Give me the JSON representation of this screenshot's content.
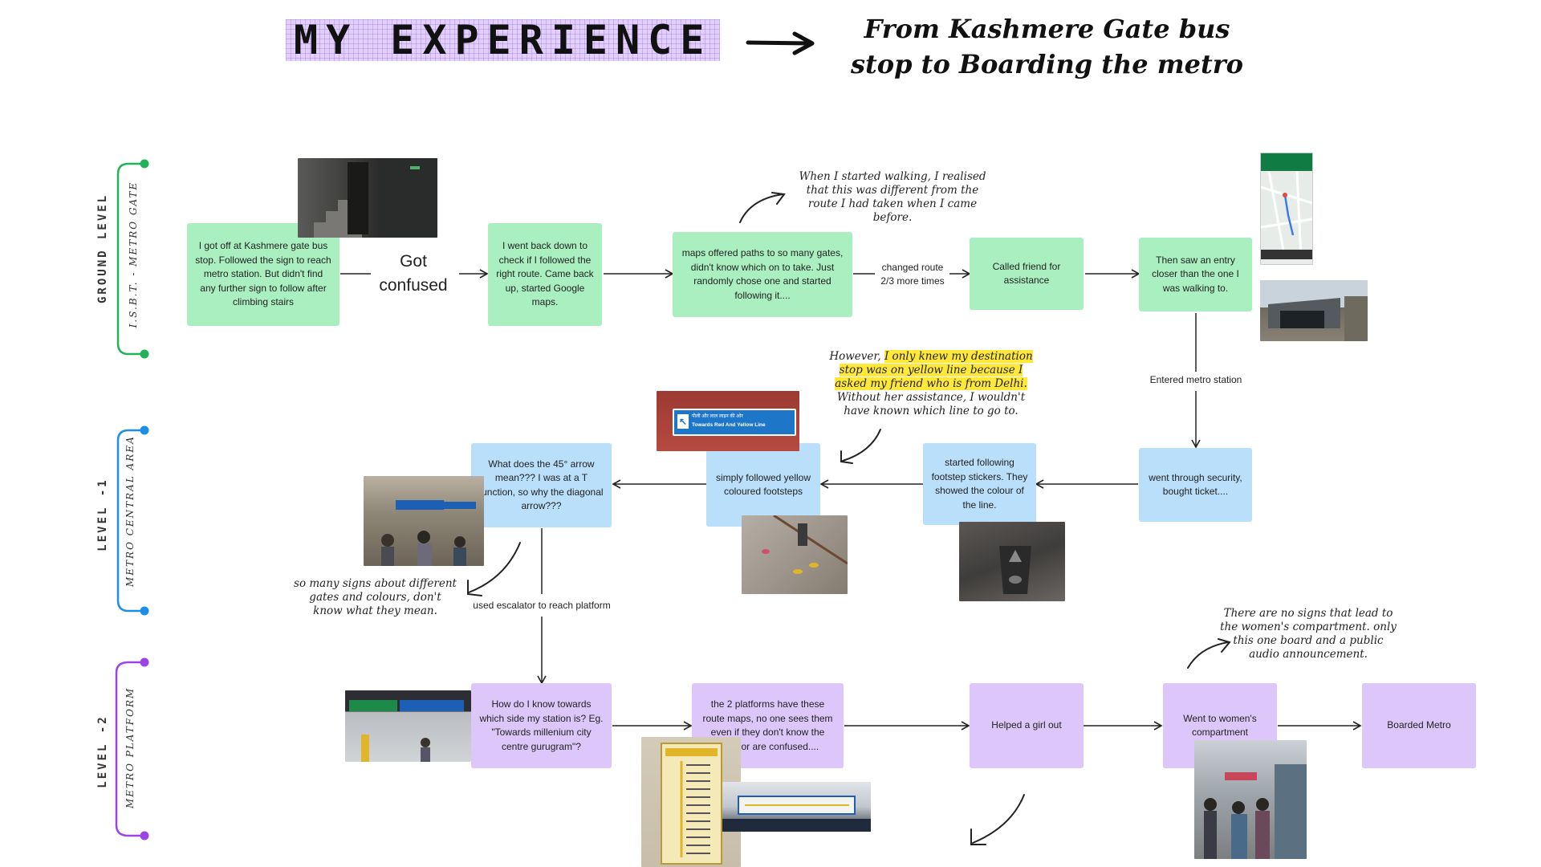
{
  "header": {
    "title": "MY EXPERIENCE",
    "subtitle_line1": "From Kashmere Gate bus",
    "subtitle_line2": "stop to Boarding the metro"
  },
  "levels": [
    {
      "name": "GROUND LEVEL",
      "area": "I.S.B.T. - METRO GATE",
      "color": "#22b25a"
    },
    {
      "name": "LEVEL -1",
      "area": "METRO CENTRAL AREA",
      "color": "#1b8fe8"
    },
    {
      "name": "LEVEL -2",
      "area": "METRO PLATFORM",
      "color": "#9b45e6"
    }
  ],
  "ground": {
    "step1": "I got off at Kashmere gate bus stop. Followed the sign to reach metro station. But didn't find any further sign to follow after climbing stairs",
    "confused_1": "Got",
    "confused_2": "confused",
    "step2": "I went back down to check if I followed the right route. Came back up, started Google maps.",
    "step3": "maps offered paths to so many gates, didn't know which on to take. Just randomly chose one and started following it....",
    "route_label_1": "changed route",
    "route_label_2": "2/3 more times",
    "step4": "Called friend for assistance",
    "step5": "Then saw an entry closer than the one I was walking to."
  },
  "entered_label": "Entered metro station",
  "level1": {
    "step6": "went through security, bought ticket....",
    "step7": "started following footstep stickers. They showed the colour of the line.",
    "step8": "simply followed yellow coloured footsteps",
    "step9": "What does the 45° arrow mean??? I was at a T junction, so why the diagonal arrow???",
    "escalator_label": "used escalator to reach platform"
  },
  "level2": {
    "step10": "How do I know towards which side my station is? Eg. \"Towards millenium city centre gurugram\"?",
    "step11": "the 2 platforms have these route maps, no one sees them even if they don't know the route or are confused....",
    "step12": "Helped a girl out",
    "step13": "Went to women's compartment",
    "step14": "Boarded Metro"
  },
  "notes": {
    "walking_1": "When I started walking, I realised",
    "walking_2": "that this was different from the",
    "walking_3": "route I had taken when I came",
    "walking_4": "before.",
    "however_1a": "However, ",
    "however_1b": "I only knew my destination",
    "however_2": "stop was on yellow line because I",
    "however_3": "asked my friend who is from Delhi.",
    "however_4": "Without her assistance, I wouldn't",
    "however_5": "have known which line to go to.",
    "signs_1": "so many signs about different",
    "signs_2": "gates and colours, don't",
    "signs_3": "know what they mean.",
    "women_1": "There are no signs that lead to",
    "women_2": "the women's compartment. only",
    "women_3": "this one board and a public",
    "women_4": "audio announcement."
  },
  "photo_text": {
    "sign_line1": "पीली और लाल लाइन की ओर",
    "sign_line2": "Towards Red And Yellow Line"
  },
  "colors": {
    "green_card": "#a9efc0",
    "blue_card": "#b9dffa",
    "purple_card": "#ddc7fa",
    "highlight": "#ffe83a",
    "title_bg": "#e3cffc"
  }
}
